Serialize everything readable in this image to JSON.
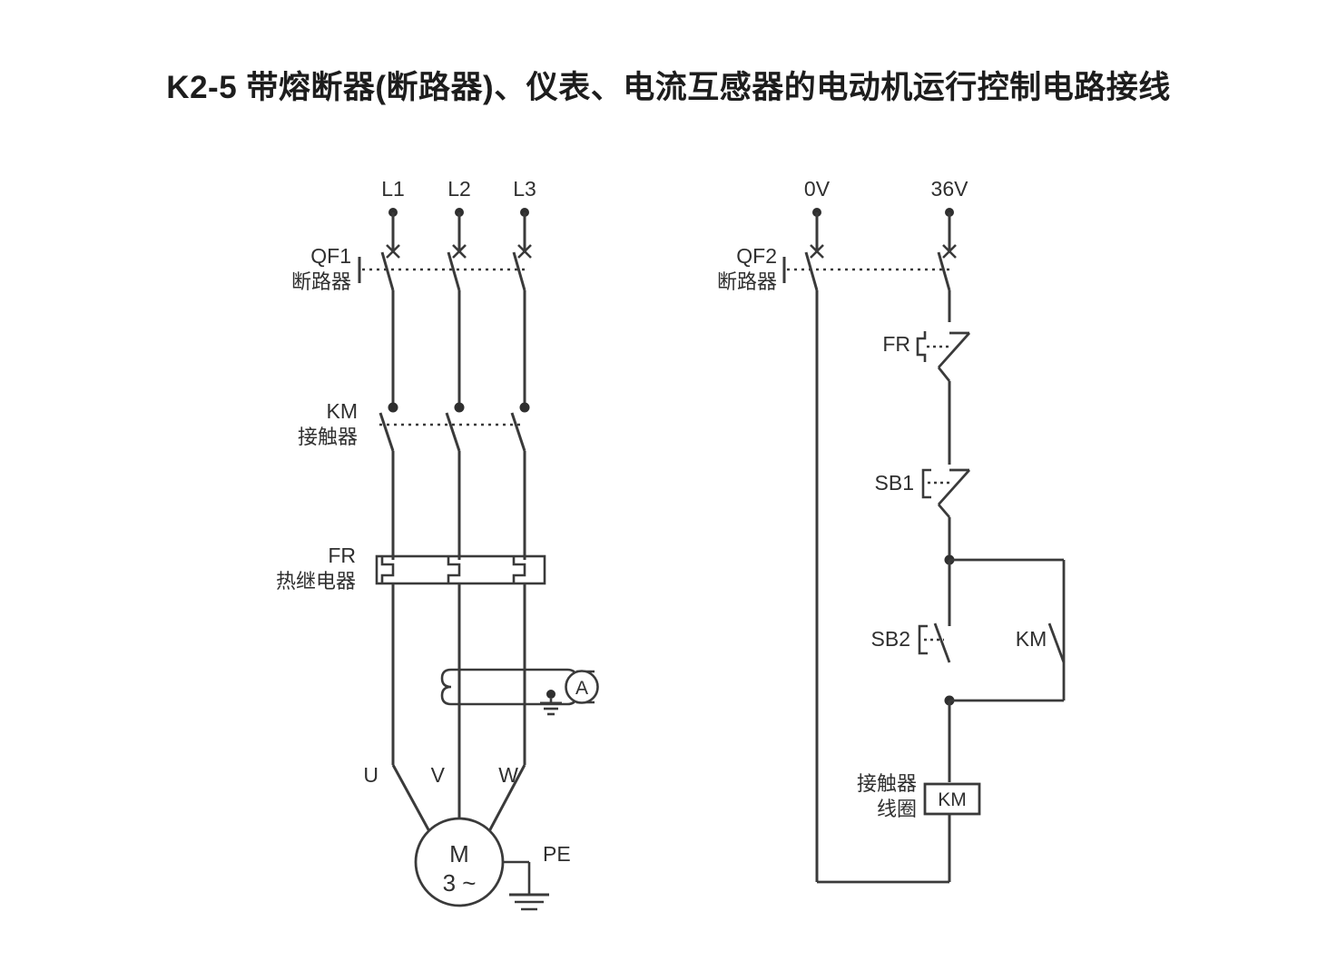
{
  "title": "K2-5 带熔断器(断路器)、仪表、电流互感器的电动机运行控制电路接线",
  "colors": {
    "line": "#3a3a3a",
    "background": "#ffffff",
    "text": "#2f2f2f",
    "title": "#1d1d1d"
  },
  "main_circuit": {
    "supply_terminals": [
      {
        "name": "L1"
      },
      {
        "name": "L2"
      },
      {
        "name": "L3"
      }
    ],
    "devices": [
      {
        "tag": "QF1",
        "name_cn": "断路器",
        "type": "circuit-breaker",
        "poles": 3
      },
      {
        "tag": "KM",
        "name_cn": "接触器",
        "type": "contactor-main-contacts",
        "poles": 3
      },
      {
        "tag": "FR",
        "name_cn": "热继电器",
        "type": "thermal-overload-relay",
        "poles": 3
      }
    ],
    "current_transformer": {
      "type": "current-transformer",
      "meter": "A",
      "meter_name": "ammeter",
      "grounded": true
    },
    "motor_terminals": [
      {
        "name": "U"
      },
      {
        "name": "V"
      },
      {
        "name": "W"
      }
    ],
    "motor": {
      "symbol": "M",
      "phases": "3 ~",
      "earth_label": "PE"
    }
  },
  "control_circuit": {
    "supply_terminals": [
      {
        "name": "0V"
      },
      {
        "name": "36V"
      }
    ],
    "devices": [
      {
        "tag": "QF2",
        "name_cn": "断路器",
        "type": "circuit-breaker",
        "poles": 2
      },
      {
        "tag": "FR",
        "type": "thermal-relay-nc-contact"
      },
      {
        "tag": "SB1",
        "type": "stop-pushbutton-nc"
      },
      {
        "tag": "SB2",
        "type": "start-pushbutton-no"
      },
      {
        "tag": "KM",
        "type": "contactor-aux-no-contact-seal-in"
      }
    ],
    "coil": {
      "tag": "KM",
      "name_cn_line1": "接触器",
      "name_cn_line2": "线圈",
      "type": "contactor-coil"
    }
  }
}
